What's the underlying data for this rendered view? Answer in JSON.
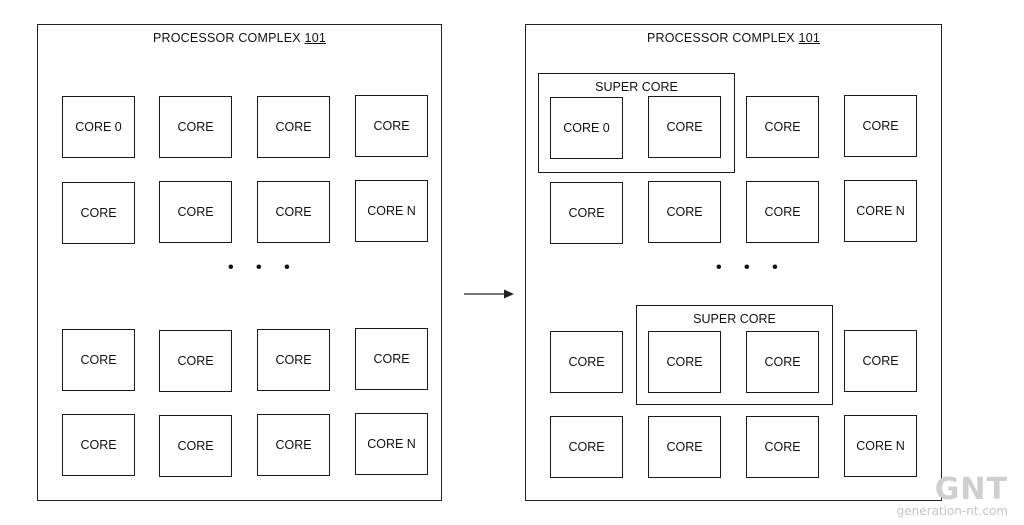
{
  "left_complex": {
    "title": "PROCESSOR COMPLEX",
    "ref": "101",
    "rows": [
      [
        "CORE 0",
        "CORE",
        "CORE",
        "CORE"
      ],
      [
        "CORE",
        "CORE",
        "CORE",
        "CORE N"
      ],
      [
        "CORE",
        "CORE",
        "CORE",
        "CORE"
      ],
      [
        "CORE",
        "CORE",
        "CORE",
        "CORE N"
      ]
    ],
    "ellipsis": "• • •"
  },
  "right_complex": {
    "title": "PROCESSOR COMPLEX",
    "ref": "101",
    "rows": [
      [
        "CORE 0",
        "CORE",
        "CORE",
        "CORE"
      ],
      [
        "CORE",
        "CORE",
        "CORE",
        "CORE N"
      ],
      [
        "CORE",
        "CORE",
        "CORE",
        "CORE"
      ],
      [
        "CORE",
        "CORE",
        "CORE",
        "CORE N"
      ]
    ],
    "super_cores": [
      {
        "label": "SUPER CORE"
      },
      {
        "label": "SUPER CORE"
      }
    ],
    "ellipsis": "• • •"
  },
  "watermark": {
    "logo": "GNT",
    "site": "generation-nt.com"
  }
}
